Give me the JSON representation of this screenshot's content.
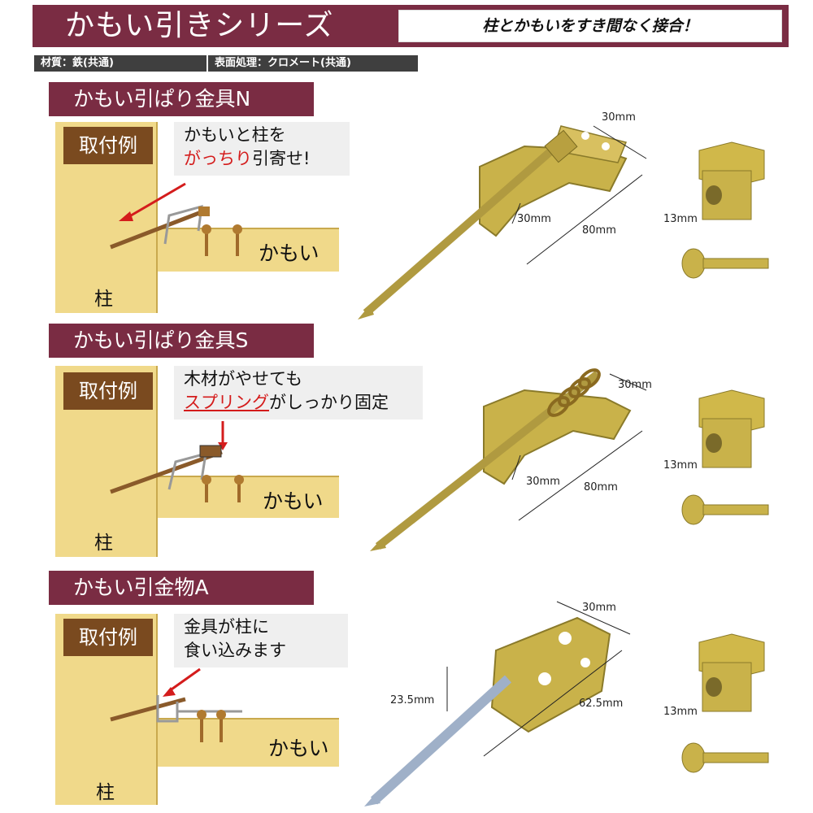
{
  "header": {
    "title": "かもい引きシリーズ",
    "tagline": "柱とかもいをすき間なく接合！"
  },
  "specs": {
    "material": "材質：鉄(共通)",
    "surface": "表面処理：クロメート(共通)"
  },
  "products": [
    {
      "title": "かもい引ぱり金具N",
      "example_tag": "取付例",
      "bubble_line1": "かもいと柱を",
      "bubble_line2_emph": "がっちり",
      "bubble_line2_rest": "引寄せ!",
      "pillar_label": "柱",
      "beam_label": "かもい",
      "dims": {
        "top": "30mm",
        "side": "30mm",
        "length": "80mm",
        "nut": "13mm"
      }
    },
    {
      "title": "かもい引ぱり金具S",
      "example_tag": "取付例",
      "bubble_line1": "木材がやせても",
      "bubble_line2_emph": "スプリング",
      "bubble_line2_rest": "がしっかり固定",
      "pillar_label": "柱",
      "beam_label": "かもい",
      "dims": {
        "top": "30mm",
        "side": "30mm",
        "length": "80mm",
        "nut": "13mm"
      }
    },
    {
      "title": "かもい引金物A",
      "example_tag": "取付例",
      "bubble_line1": "金具が柱に",
      "bubble_line2_emph": "",
      "bubble_line2_rest": "食い込みます",
      "pillar_label": "柱",
      "beam_label": "かもい",
      "dims": {
        "top": "30mm",
        "side": "23.5mm",
        "length": "62.5mm",
        "nut": "13mm"
      }
    }
  ],
  "colors": {
    "brand": "#7a2c43",
    "wood": "#f0d98a",
    "tag": "#7a4a1f",
    "emphasis": "#d41c1c",
    "metal": "#c9b24a"
  }
}
